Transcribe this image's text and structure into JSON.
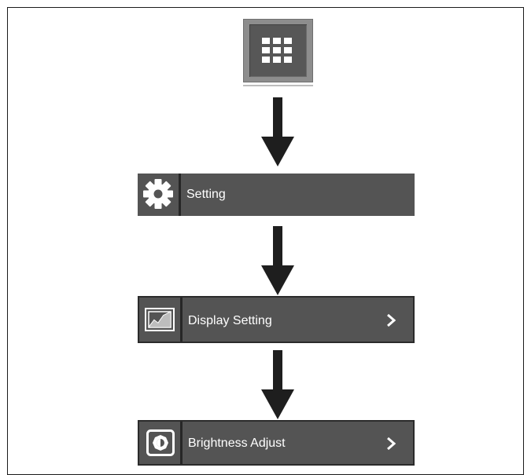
{
  "steps": {
    "launcher": {
      "icon": "apps-grid-icon"
    },
    "setting": {
      "label": "Setting",
      "icon": "gear-icon"
    },
    "display_setting": {
      "label": "Display Setting",
      "icon": "display-icon",
      "chevron": "chevron-right-icon"
    },
    "brightness_adjust": {
      "label": "Brightness Adjust",
      "icon": "brightness-icon",
      "chevron": "chevron-right-icon"
    }
  },
  "colors": {
    "bar": "#545454",
    "divider": "#262626",
    "text": "#ffffff",
    "arrow": "#1e1e1e"
  }
}
